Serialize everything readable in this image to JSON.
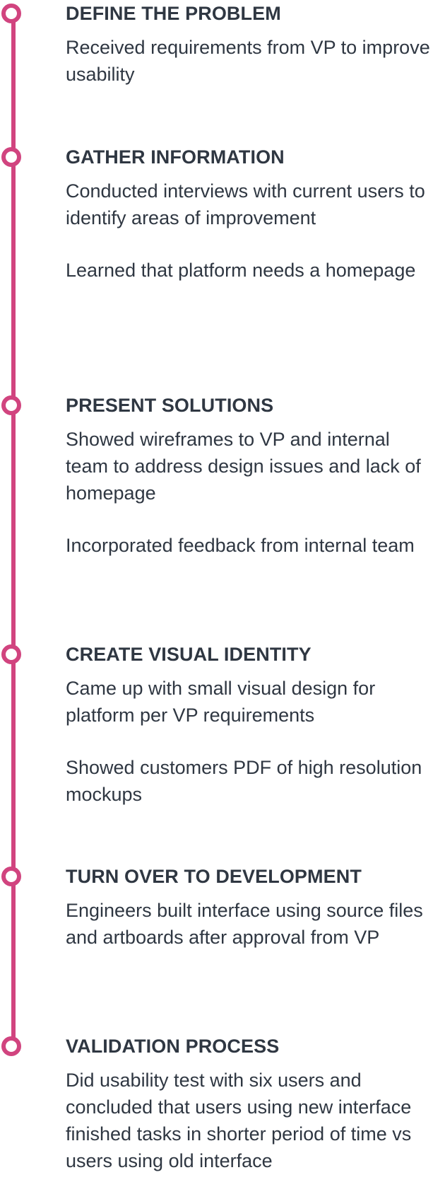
{
  "accent_color": "#d1447f",
  "text_color": "#2f3742",
  "steps": [
    {
      "title": "DEFINE THE PROBLEM",
      "paragraphs": [
        "Received requirements from VP to improve usability"
      ]
    },
    {
      "title": "GATHER INFORMATION",
      "paragraphs": [
        "Conducted interviews with current users to identify areas of improvement",
        "Learned that platform needs a homepage"
      ]
    },
    {
      "title": "PRESENT SOLUTIONS",
      "paragraphs": [
        "Showed wireframes to VP and internal team to address design issues and lack of homepage",
        "Incorporated feedback from internal team"
      ]
    },
    {
      "title": "CREATE VISUAL IDENTITY",
      "paragraphs": [
        "Came up with small visual design for platform per VP requirements",
        "Showed customers PDF of high resolution mockups"
      ]
    },
    {
      "title": "TURN OVER TO DEVELOPMENT",
      "paragraphs": [
        "Engineers built interface using source files and artboards after approval from VP"
      ]
    },
    {
      "title": "VALIDATION PROCESS",
      "paragraphs": [
        "Did usability test with six users and concluded that users using new interface finished tasks in shorter period of time vs users using old interface"
      ]
    }
  ]
}
